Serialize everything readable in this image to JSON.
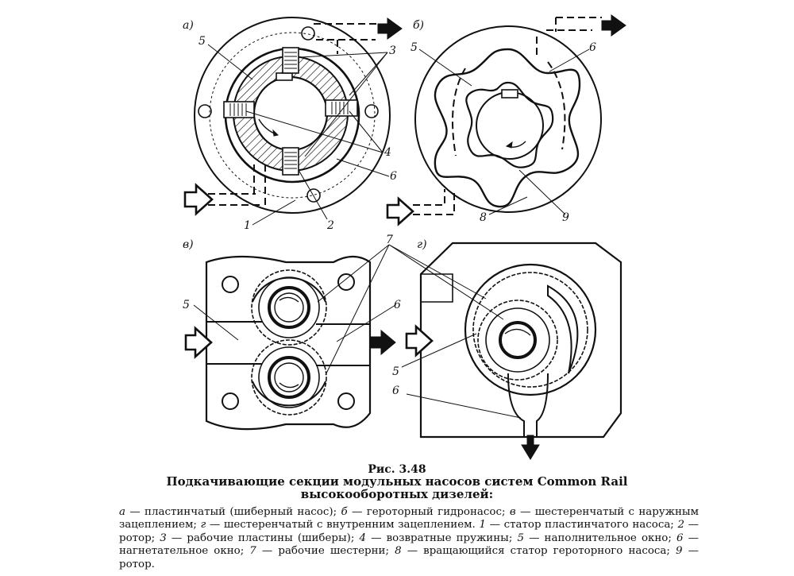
{
  "panels": {
    "a": "а)",
    "b": "б)",
    "v": "в)",
    "g": "г)"
  },
  "labels": {
    "a": [
      "5",
      "3",
      "4",
      "6",
      "1",
      "2"
    ],
    "b": [
      "5",
      "6",
      "8",
      "9"
    ],
    "v": [
      "7",
      "5",
      "6"
    ],
    "g": [
      "5",
      "6"
    ]
  },
  "caption": {
    "number": "Рис. 3.48",
    "title_line1": "Подкачивающие секции модульных насосов систем Common Rail",
    "title_line2": "высокооборотных дизелей:"
  },
  "legend": {
    "k_a": "а",
    "t_a": " — пластинчатый (шиберный насос); ",
    "k_b": "б",
    "t_b": " — героторный гидронасос; ",
    "k_v": "в",
    "t_v": " — шестеренчатый с наружным зацеплением; ",
    "k_g": "г",
    "t_g": " — шестеренчатый с внутренним зацеплением. ",
    "k_1": "1",
    "t_1": " — статор пластинчатого насоса; ",
    "k_2": "2",
    "t_2": " — ротор; ",
    "k_3": "3",
    "t_3": " — рабочие пластины (шиберы); ",
    "k_4": "4",
    "t_4": " — возвратные пружины; ",
    "k_5": "5",
    "t_5": " — наполнительное окно; ",
    "k_6": "6",
    "t_6": " — нагнетательное окно; ",
    "k_7": "7",
    "t_7": " — рабочие шестерни; ",
    "k_8": "8",
    "t_8": " — вращающийся статор героторного насоса; ",
    "k_9": "9",
    "t_9": " — ротор."
  },
  "colors": {
    "ink": "#111111",
    "paper": "#ffffff"
  }
}
